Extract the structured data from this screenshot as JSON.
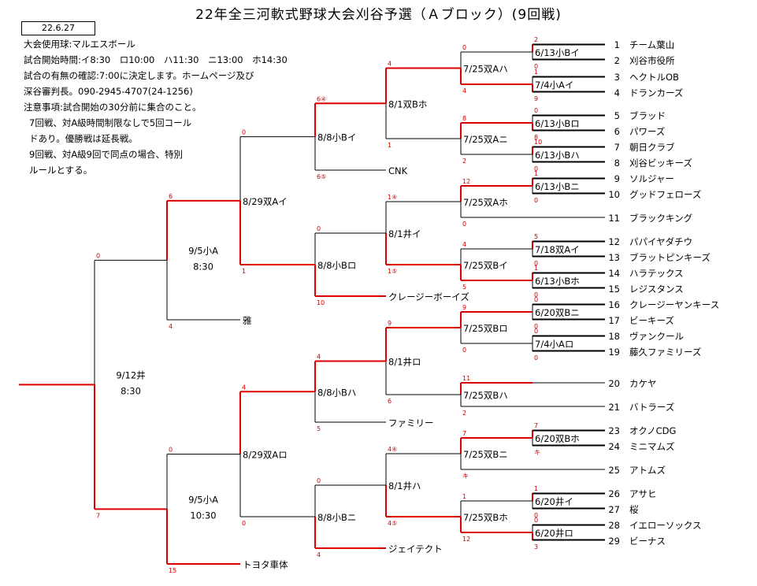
{
  "title": "22年全三河軟式野球大会刈谷予選（Ａブロック）(9回戦)",
  "date": "22.6.27",
  "notes": [
    "大会使用球:マルエスボール",
    "試合開始時間:イ8:30　ロ10:00　ハ11:30　ニ13:00　ホ14:30",
    "試合の有無の確認:7:00に決定します。ホームページ及び",
    "深谷審判長。090-2945-4707(24-1256)",
    "注意事項:試合開始の30分前に集合のこと。",
    "7回戦、対A級時間制限なしで5回コール",
    "ドあり。優勝戦は延長戦。",
    "9回戦、対A級9回で同点の場合、特別",
    "ルールとする。"
  ],
  "colors": {
    "win_line": "#dd0000",
    "lose_line": "#000000",
    "score": "#cc0000"
  },
  "teams": [
    {
      "no": "1",
      "name": "チーム葉山"
    },
    {
      "no": "2",
      "name": "刈谷市役所"
    },
    {
      "no": "3",
      "name": "ヘクトルOB"
    },
    {
      "no": "4",
      "name": "ドランカーズ"
    },
    {
      "no": "5",
      "name": "ブラッド"
    },
    {
      "no": "6",
      "name": "パワーズ"
    },
    {
      "no": "7",
      "name": "朝日クラブ"
    },
    {
      "no": "8",
      "name": "刈谷ビッキーズ"
    },
    {
      "no": "9",
      "name": "ソルジャー"
    },
    {
      "no": "10",
      "name": "グッドフェローズ"
    },
    {
      "no": "11",
      "name": "ブラックキング"
    },
    {
      "no": "12",
      "name": "パパイヤダチウ"
    },
    {
      "no": "13",
      "name": "ブラットピンキーズ"
    },
    {
      "no": "14",
      "name": "ハラテックス"
    },
    {
      "no": "15",
      "name": "レジスタンス"
    },
    {
      "no": "16",
      "name": "クレージーヤンキース"
    },
    {
      "no": "17",
      "name": "ビーキーズ"
    },
    {
      "no": "18",
      "name": "ヴァンクール"
    },
    {
      "no": "19",
      "name": "藤久ファミリーズ"
    },
    {
      "no": "20",
      "name": "カケヤ"
    },
    {
      "no": "21",
      "name": "バトラーズ"
    },
    {
      "no": "23",
      "name": "オクノCDG"
    },
    {
      "no": "24",
      "name": "ミニマムズ"
    },
    {
      "no": "25",
      "name": "アトムズ"
    },
    {
      "no": "26",
      "name": "アサヒ"
    },
    {
      "no": "27",
      "name": "桜"
    },
    {
      "no": "28",
      "name": "イエローソックス"
    },
    {
      "no": "29",
      "name": "ビーナス"
    }
  ],
  "seeded_teams": [
    "CNK",
    "クレージーボーイズ",
    "ファミリー",
    "ジェイテクト",
    "雅",
    "トヨタ車体"
  ],
  "match_labels": {
    "r1": [
      "6/13小Bイ",
      "7/4小Aイ",
      "6/13小Bロ",
      "6/13小Bハ",
      "6/13小Bニ",
      "7/18双Aイ",
      "6/13小Bホ",
      "6/20双Bニ",
      "7/4小Aロ",
      "6/20双Bホ",
      "6/20井イ",
      "6/20井ロ"
    ],
    "r2": [
      "7/25双Aハ",
      "7/25双Aニ",
      "7/25双Aホ",
      "7/25双Bイ",
      "7/25双Bロ",
      "7/25双Bハ",
      "7/25双Bニ",
      "7/25双Bホ"
    ],
    "r3": [
      "8/1双Bホ",
      "8/1井イ",
      "8/1井ロ",
      "8/1井ハ"
    ],
    "r4": [
      "8/8小Bイ",
      "8/8小Bロ",
      "8/8小Bハ",
      "8/8小Bニ"
    ],
    "r5": [
      "8/29双Aイ",
      "8/29双Aロ"
    ],
    "r6": [
      {
        "date": "9/5小A",
        "time": "8:30"
      },
      {
        "date": "9/5小A",
        "time": "10:30"
      }
    ],
    "final": {
      "date": "9/12井",
      "time": "8:30"
    }
  },
  "scores": {
    "r1": [
      [
        "2",
        "0"
      ],
      [
        "1",
        "9"
      ],
      [
        "0",
        "8"
      ],
      [
        "10",
        "0"
      ],
      [
        "1",
        "0"
      ],
      [
        "5",
        "0"
      ],
      [
        "1",
        "0"
      ],
      [
        "0",
        "0"
      ],
      [
        "0",
        "0"
      ],
      [
        "7",
        "キ"
      ],
      [
        "1",
        "0"
      ],
      [
        "0",
        "3"
      ]
    ],
    "r2": [
      [
        "0",
        "4"
      ],
      [
        "8",
        "2"
      ],
      [
        "12",
        "0"
      ],
      [
        "4",
        "5"
      ],
      [
        "9",
        "0"
      ],
      [
        "11",
        "2"
      ],
      [
        "7",
        "キ"
      ],
      [
        "1",
        "12"
      ]
    ],
    "r3": [
      [
        "4",
        "1"
      ],
      [
        "1④",
        "1⑤"
      ],
      [
        "9",
        "6"
      ],
      [
        "4④",
        "4⑤"
      ]
    ],
    "r4": [
      [
        "6④",
        "6⑤"
      ],
      [
        "0",
        "10"
      ],
      [
        "4",
        "5"
      ],
      [
        "0",
        "4"
      ]
    ],
    "r5": [
      [
        "0",
        "1"
      ],
      [
        "4",
        "0"
      ]
    ],
    "r6": [
      [
        "6",
        "4"
      ],
      [
        "0",
        "15"
      ]
    ],
    "final": [
      "0",
      "7"
    ]
  }
}
